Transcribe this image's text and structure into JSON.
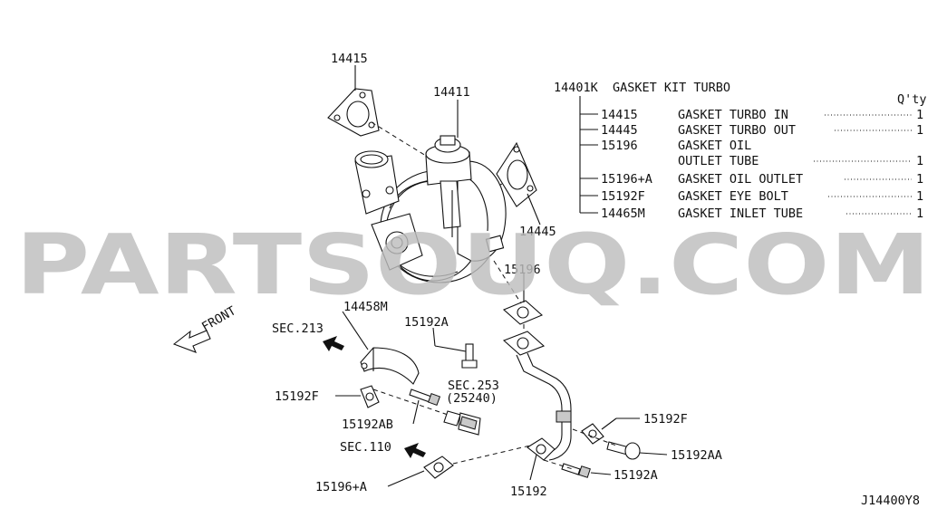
{
  "watermark": "PARTSOUQ.COM",
  "diagram_code": "J14400Y8",
  "front_label": "FRONT",
  "callouts": {
    "c14415": "14415",
    "c14411": "14411",
    "c14445": "14445",
    "c15196": "15196",
    "c14458M": "14458M",
    "sec213": "SEC.213",
    "c15192A_top": "15192A",
    "c15192F_left": "15192F",
    "c15192AB": "15192AB",
    "sec253": "SEC.253",
    "sec253_sub": "(25240)",
    "sec110": "SEC.110",
    "c15196A": "15196+A",
    "c15192": "15192",
    "c15192F_right": "15192F",
    "c15192AA": "15192AA",
    "c15192A_bottom": "15192A"
  },
  "kit": {
    "number": "14401K",
    "name": "GASKET KIT TURBO",
    "qty_header": "Q'ty",
    "items": [
      {
        "code": "14415",
        "lines": [
          "GASKET TURBO IN"
        ],
        "qty": "1"
      },
      {
        "code": "14445",
        "lines": [
          "GASKET TURBO OUT"
        ],
        "qty": "1"
      },
      {
        "code": "15196",
        "lines": [
          "GASKET OIL",
          "OUTLET TUBE"
        ],
        "qty": "1"
      },
      {
        "code": "15196+A",
        "lines": [
          "GASKET OIL OUTLET"
        ],
        "qty": "1"
      },
      {
        "code": "15192F",
        "lines": [
          "GASKET EYE BOLT"
        ],
        "qty": "1"
      },
      {
        "code": "14465M",
        "lines": [
          "GASKET INLET TUBE"
        ],
        "qty": "1"
      }
    ]
  }
}
